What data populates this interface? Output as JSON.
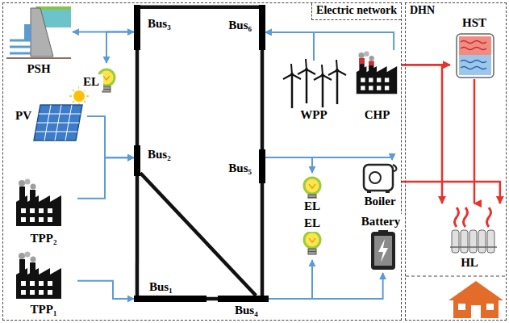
{
  "diagram": {
    "nodes": [
      {
        "text": [
          "Electric network"
        ]
      },
      {
        "text": [
          "DHN"
        ]
      },
      {
        "text": [
          "PSH"
        ],
        "in": 0
      },
      {
        "text": [
          "Bus₃"
        ],
        "in": 0
      },
      {
        "text": [
          "EL"
        ],
        "in": 0
      },
      {
        "text": [
          "Bus₆"
        ],
        "in": 0
      },
      {
        "text": [
          "WPP"
        ],
        "in": 0
      },
      {
        "text": [
          "CHP"
        ],
        "in": 0
      },
      {
        "text": [
          "PV"
        ],
        "in": 0
      },
      {
        "text": [
          "Bus₂"
        ],
        "in": 0
      },
      {
        "text": [
          "TPP₂"
        ],
        "in": 0
      },
      {
        "text": [
          "Bus₅"
        ],
        "in": 0
      },
      {
        "text": [
          "EL"
        ],
        "in": 0
      },
      {
        "text": [
          "Boiler"
        ],
        "in": 0
      },
      {
        "text": [
          "EL"
        ],
        "in": 0
      },
      {
        "text": [
          "Battery"
        ],
        "in": 0
      },
      {
        "text": [
          "TPP₁"
        ],
        "in": 0
      },
      {
        "text": [
          "Bus₁"
        ],
        "in": 0
      },
      {
        "text": [
          "Bus₄"
        ],
        "in": 0
      },
      {
        "text": [
          "HST"
        ],
        "in": 1
      },
      {
        "text": [
          "HL"
        ],
        "in": 1
      }
    ],
    "edges": [
      {
        "from": 3,
        "to": 5,
        "arrow": "none"
      },
      {
        "from": 3,
        "to": 9,
        "arrow": "none"
      },
      {
        "from": 9,
        "to": 17,
        "arrow": "none"
      },
      {
        "from": 9,
        "to": 18,
        "arrow": "none"
      },
      {
        "from": 17,
        "to": 18,
        "arrow": "none"
      },
      {
        "from": 5,
        "to": 11,
        "arrow": "none"
      },
      {
        "from": 11,
        "to": 18,
        "arrow": "none"
      },
      {
        "from": 2,
        "to": 3,
        "arrow": "both"
      },
      {
        "from": 3,
        "to": 4,
        "arrow": "to"
      },
      {
        "from": 8,
        "to": 9,
        "arrow": "to"
      },
      {
        "from": 10,
        "to": 9,
        "arrow": "to"
      },
      {
        "from": 16,
        "to": 17,
        "arrow": "to"
      },
      {
        "from": 6,
        "to": 5,
        "arrow": "to"
      },
      {
        "from": 7,
        "to": 5,
        "arrow": "to"
      },
      {
        "from": 11,
        "to": 12,
        "arrow": "to"
      },
      {
        "from": 11,
        "to": 13,
        "arrow": "to"
      },
      {
        "from": 18,
        "to": 14,
        "arrow": "to"
      },
      {
        "from": 18,
        "to": 15,
        "arrow": "to"
      },
      {
        "from": 7,
        "to": 19,
        "arrow": "to"
      },
      {
        "from": 7,
        "to": 20,
        "arrow": "to"
      },
      {
        "from": 19,
        "to": 20,
        "arrow": "to"
      },
      {
        "from": 13,
        "to": 20,
        "arrow": "to"
      }
    ]
  }
}
